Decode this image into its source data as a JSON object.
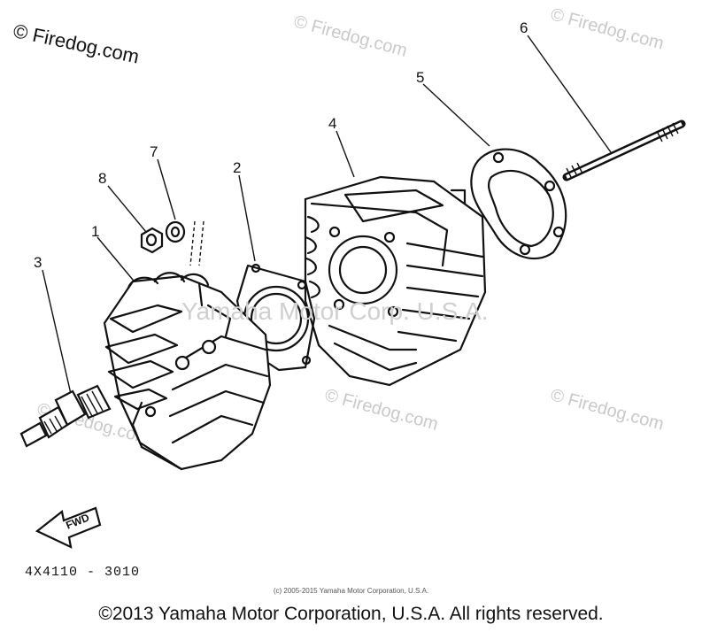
{
  "watermarks": {
    "main": "© Firedog.com",
    "repeat": "© Firedog.com",
    "center": "Yamaha Motor Corp. U.S.A."
  },
  "callouts": {
    "c1": "1",
    "c2": "2",
    "c3": "3",
    "c4": "4",
    "c5": "5",
    "c6": "6",
    "c7": "7",
    "c8": "8"
  },
  "fwd_label": "FWD",
  "part_code": "4X4110 - 3010",
  "copyright_small": "(c) 2005-2015 Yamaha Motor Corporation, U.S.A.",
  "copyright_main": "©2013 Yamaha Motor Corporation, U.S.A. All rights reserved."
}
